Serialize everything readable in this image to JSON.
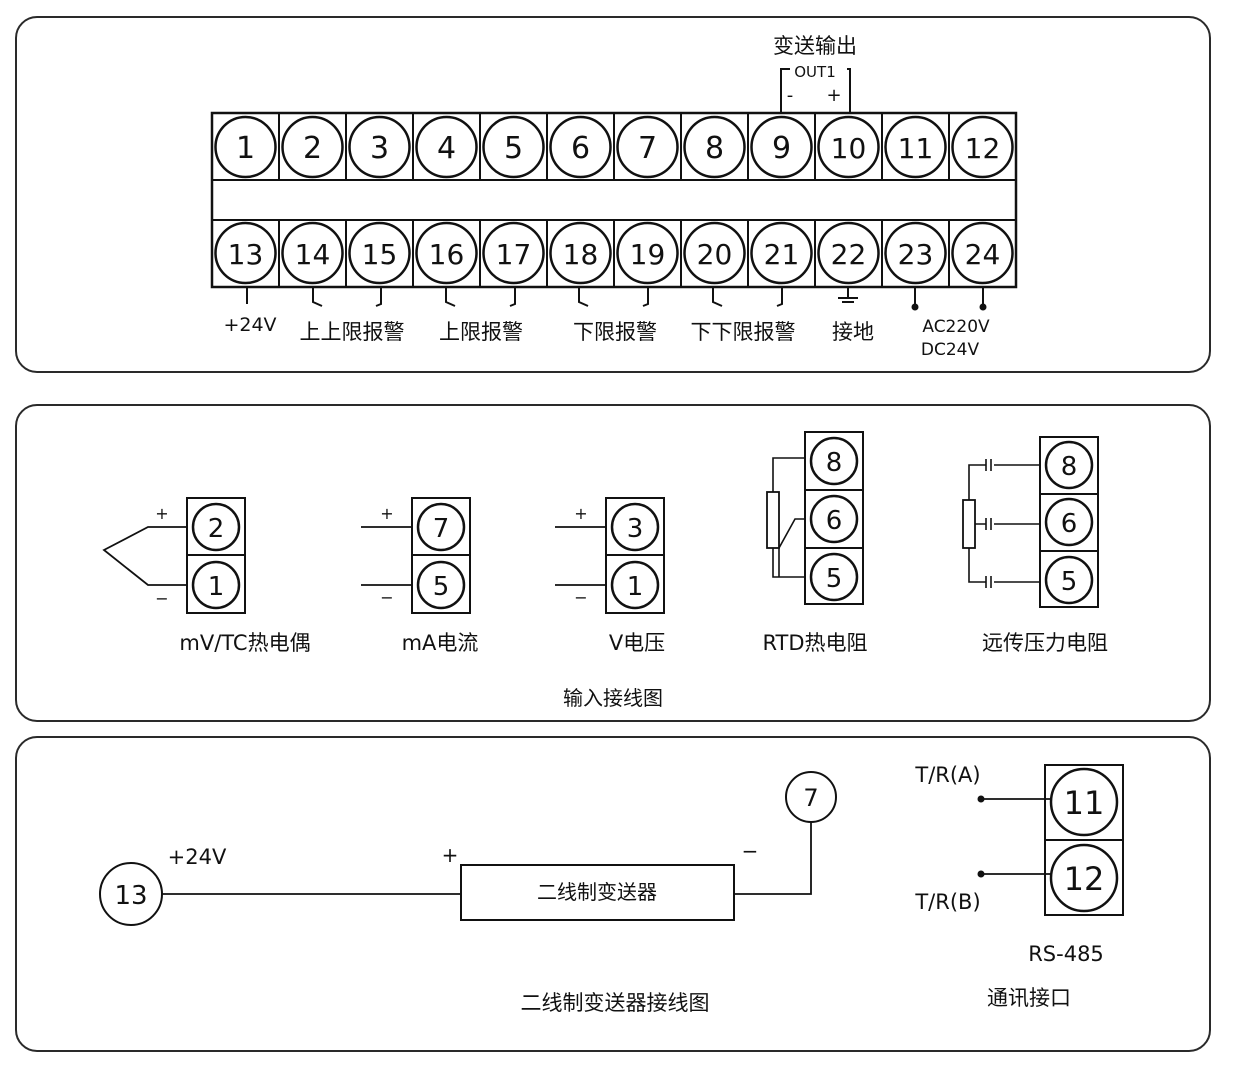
{
  "top_panel": {
    "out_title": "变送输出",
    "out_label": "OUT1",
    "out_minus": "-",
    "out_plus": "+",
    "terminals_top": [
      "1",
      "2",
      "3",
      "4",
      "5",
      "6",
      "7",
      "8",
      "9",
      "10",
      "11",
      "12"
    ],
    "terminals_bottom": [
      "13",
      "14",
      "15",
      "16",
      "17",
      "18",
      "19",
      "20",
      "21",
      "22",
      "23",
      "24"
    ],
    "labels": {
      "plus24v": "+24V",
      "upper_upper_alarm": "上上限报警",
      "upper_alarm": "上限报警",
      "lower_alarm": "下限报警",
      "lower_lower_alarm": "下下限报警",
      "ground": "接地",
      "power_ac": "AC220V",
      "power_dc": "DC24V"
    }
  },
  "input_panel": {
    "title": "输入接线图",
    "plus": "+",
    "minus": "−",
    "groups": [
      {
        "name": "mV/TC热电偶",
        "terminals": [
          "2",
          "1"
        ]
      },
      {
        "name": "mA电流",
        "terminals": [
          "7",
          "5"
        ]
      },
      {
        "name": "V电压",
        "terminals": [
          "3",
          "1"
        ]
      },
      {
        "name": "RTD热电阻",
        "terminals": [
          "8",
          "6",
          "5"
        ]
      },
      {
        "name": "远传压力电阻",
        "terminals": [
          "8",
          "6",
          "5"
        ]
      }
    ]
  },
  "bottom_panel": {
    "title": "二线制变送器接线图",
    "transmitter_label": "二线制变送器",
    "terminal_left": "13",
    "terminal_right": "7",
    "plus24v": "+24V",
    "plus": "+",
    "minus": "−",
    "comm_terminals": [
      "11",
      "12"
    ],
    "tr_a": "T/R(A)",
    "tr_b": "T/R(B)",
    "rs485": "RS-485",
    "comm_title": "通讯接口"
  }
}
